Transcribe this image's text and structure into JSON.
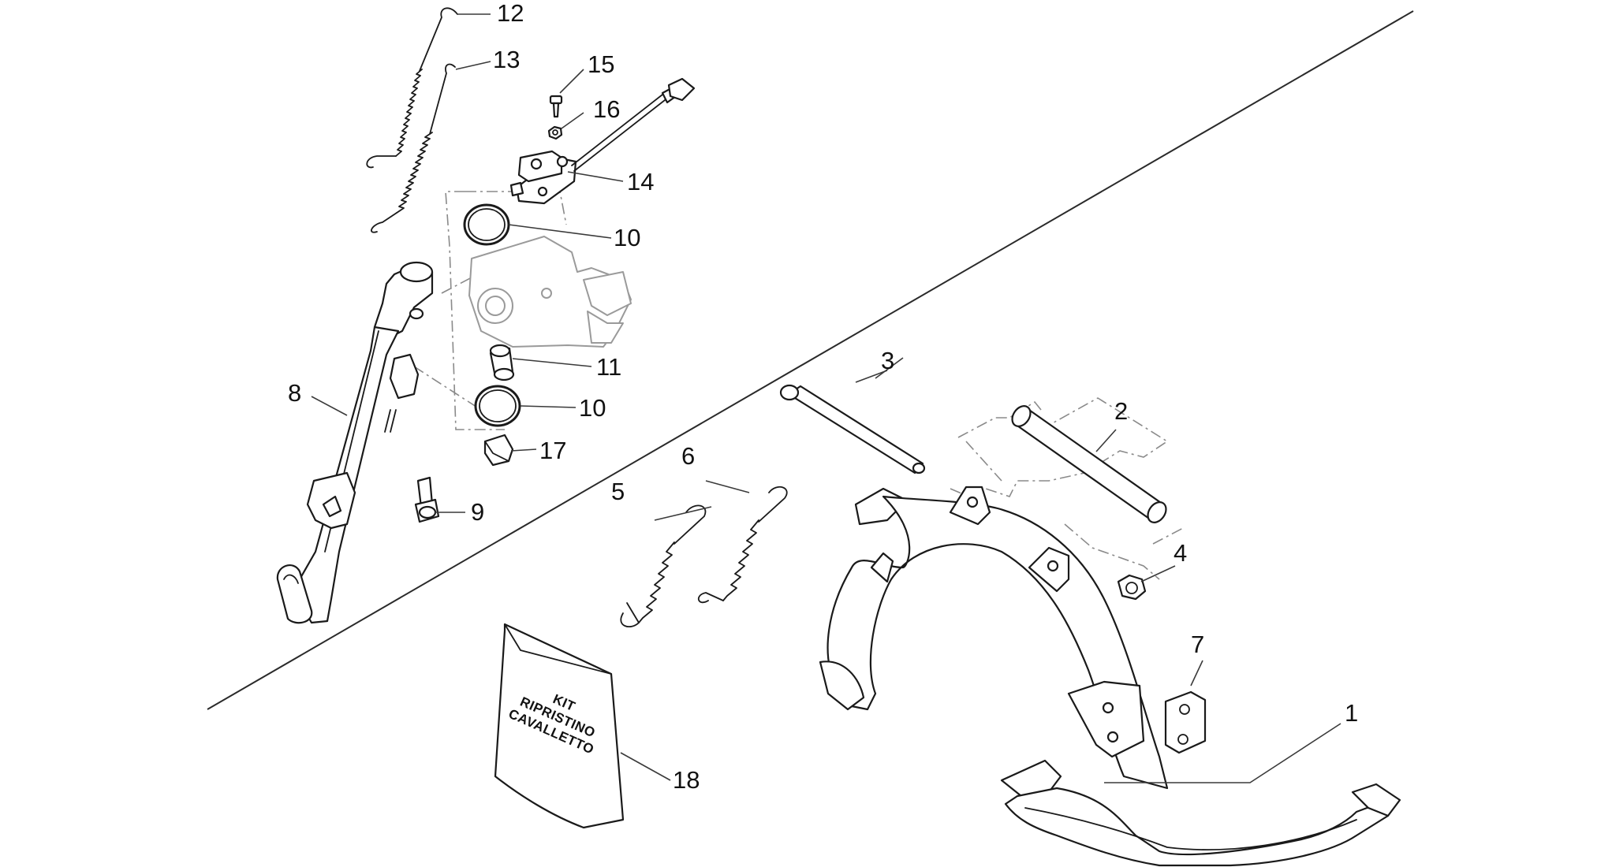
{
  "diagram": {
    "colors": {
      "line": "#1a1a1a",
      "ghost": "#9a9a9a",
      "background": "#ffffff"
    },
    "callouts": {
      "c1": "1",
      "c2": "2",
      "c3": "3",
      "c4": "4",
      "c5": "5",
      "c6": "6",
      "c7": "7",
      "c8": "8",
      "c9": "9",
      "c10a": "10",
      "c10b": "10",
      "c11": "11",
      "c12": "12",
      "c13": "13",
      "c14": "14",
      "c15": "15",
      "c16": "16",
      "c17": "17",
      "c18": "18"
    },
    "kit_bag": {
      "line1": "KIT",
      "line2": "RIPRISTINO",
      "line3": "CAVALLETTO"
    }
  }
}
